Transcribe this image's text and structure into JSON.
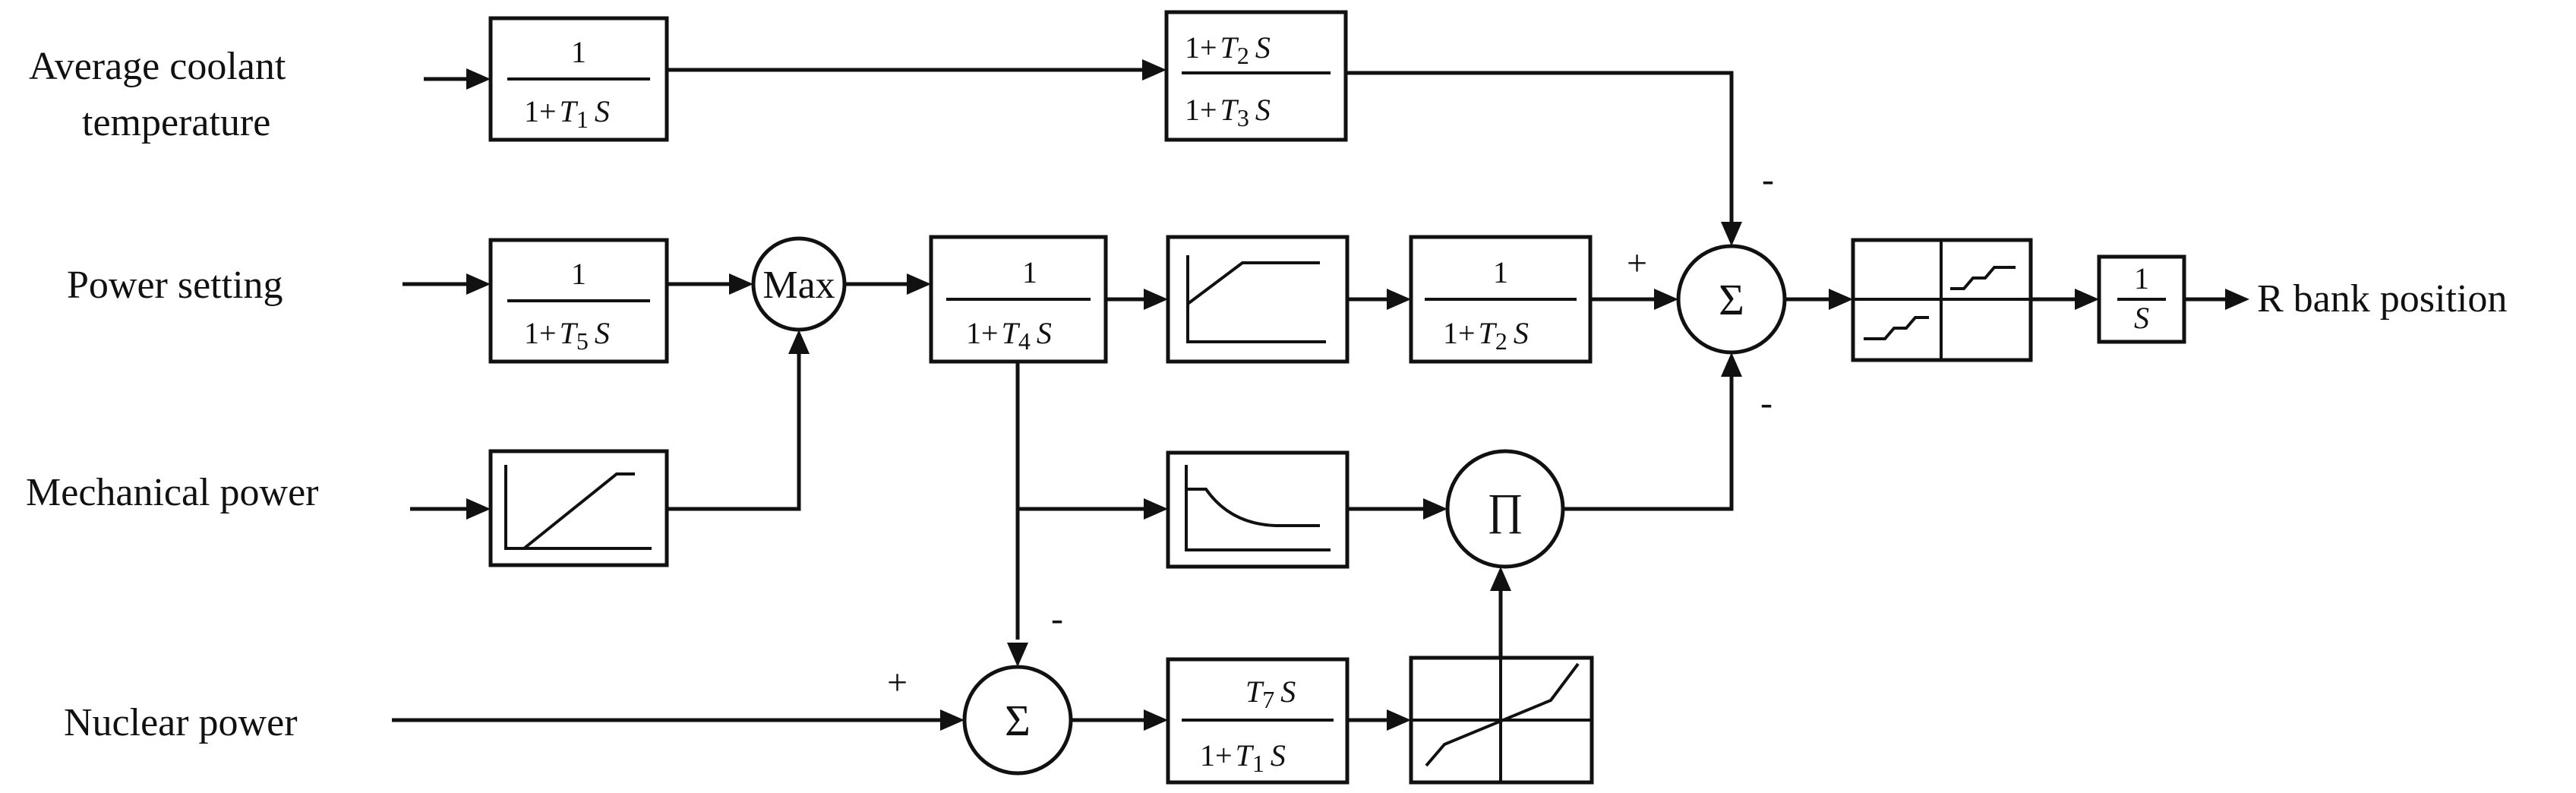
{
  "inputs": {
    "avg_coolant_line1": "Average coolant",
    "avg_coolant_line2": "temperature",
    "power_setting": "Power setting",
    "mechanical_power": "Mechanical power",
    "nuclear_power": "Nuclear power"
  },
  "output": "R bank position",
  "blocks": {
    "tf1": {
      "num": "1",
      "den_prefix": "1+",
      "den_var": "T",
      "den_sub": "1",
      "den_s": "S"
    },
    "lead_lag": {
      "num_prefix": "1+",
      "num_var": "T",
      "num_sub": "2",
      "num_s": "S",
      "den_prefix": "1+",
      "den_var": "T",
      "den_sub": "3",
      "den_s": "S"
    },
    "tf5": {
      "num": "1",
      "den_prefix": "1+",
      "den_var": "T",
      "den_sub": "5",
      "den_s": "S"
    },
    "tf4": {
      "num": "1",
      "den_prefix": "1+",
      "den_var": "T",
      "den_sub": "4",
      "den_s": "S"
    },
    "tf2": {
      "num": "1",
      "den_prefix": "1+",
      "den_var": "T",
      "den_sub": "2",
      "den_s": "S"
    },
    "washout": {
      "num_var": "T",
      "num_sub": "7",
      "num_s": "S",
      "den_prefix": "1+",
      "den_var": "T",
      "den_sub": "1",
      "den_s": "S"
    },
    "integrator": {
      "num": "1",
      "den": "S"
    }
  },
  "nodes": {
    "max": "Max",
    "sum": "Σ",
    "product": "∏"
  },
  "signs": {
    "sum_top": "-",
    "sum_left": "+",
    "sum_bottom": "-",
    "sum2_top": "-",
    "sum2_left": "+"
  }
}
